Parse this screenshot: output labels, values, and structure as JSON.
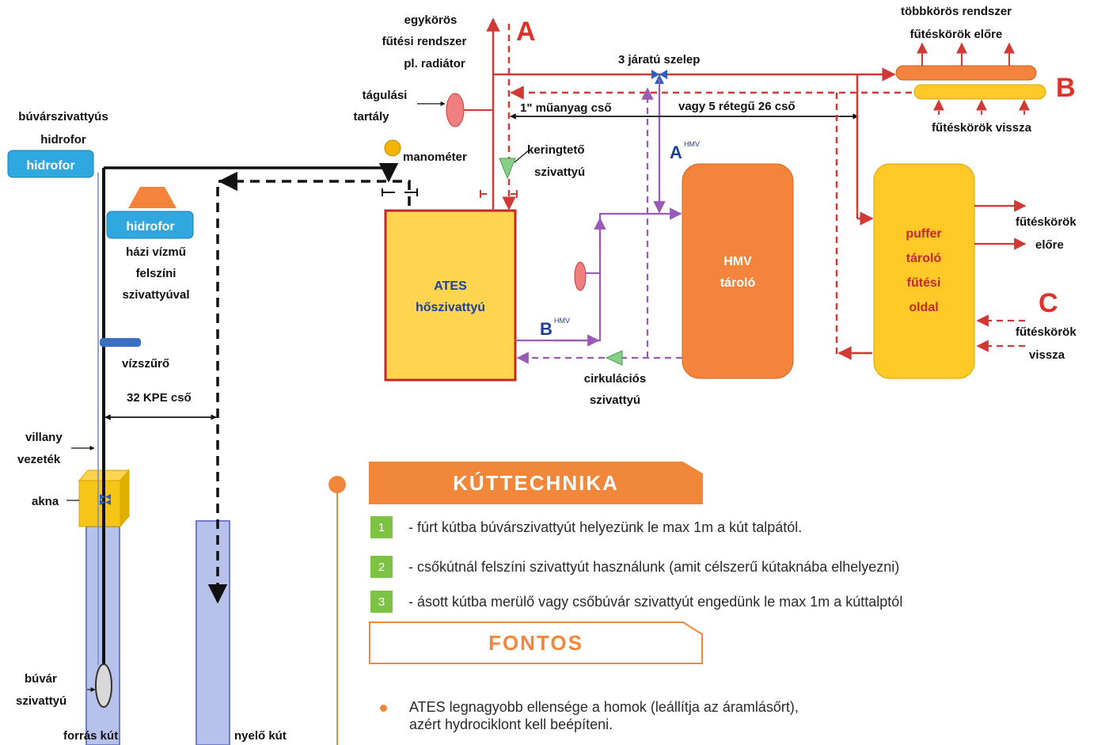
{
  "labels": {
    "egykoros": [
      "egykörös",
      "fűtési rendszer",
      "pl. radiátor"
    ],
    "tagulasi": [
      "tágulási",
      "tartály"
    ],
    "buvarszivattyus": [
      "búvárszivattyús",
      "hidrofor"
    ],
    "hidrofor_top": "hidrofor",
    "hidrofor_mid": "hidrofor",
    "hazi_vizmu": [
      "házi vízmű",
      "felszíni",
      "szivattyúval"
    ],
    "viszuro": "vízszűrő",
    "kpe": "32 KPE cső",
    "villany": [
      "villany",
      "vezeték"
    ],
    "akna": "akna",
    "buvar": [
      "búvár",
      "szivattyú"
    ],
    "forras": "forrás kút",
    "nyelo": "nyelő kút",
    "manometer": "manométer",
    "keringteto": [
      "keringtető",
      "szivattyú"
    ],
    "harom_jaratu": "3 járatú szelep",
    "muanyag": "1\" műanyag cső",
    "vagy5": "vagy 5 rétegű 26 cső",
    "tobbkoros": [
      "többkörös rendszer",
      "fűtéskörök előre"
    ],
    "futeskorok_vissza_top": "fűtéskörök vissza",
    "ates": [
      "ATES",
      "hőszivattyú"
    ],
    "hmv_taroló": [
      "HMV",
      "tároló"
    ],
    "puffer": [
      "puffer",
      "tároló",
      "fűtési",
      "oldal"
    ],
    "futeskorok_elore": [
      "fűtéskörök",
      "előre"
    ],
    "futeskorok_vissza": [
      "fűtéskörök",
      "vissza"
    ],
    "cirkulacios": [
      "cirkulációs",
      "szivattyú"
    ],
    "A": "A",
    "B": "B",
    "C": "C",
    "AHMV": "A",
    "BHMV": "B",
    "HMV_sup": "HMV"
  },
  "panel": {
    "kuttechnika_title": "KÚTTECHNIKA",
    "steps": [
      {
        "num": "1",
        "text": "- fúrt kútba búvárszivattyút helyezünk le max 1m a kút talpától."
      },
      {
        "num": "2",
        "text": "- csőkútnál felszíni szivattyút használunk (amit célszerű kútaknába elhelyezni)"
      },
      {
        "num": "3",
        "text": "- ásott kútba merülő vagy csőbúvár szivattyút engedünk le max 1m a kúttalptól"
      }
    ],
    "fontos_title": "FONTOS",
    "fontos_text": [
      "ATES legnagyobb ellensége a homok (leállítja az áramlásőrt),",
      "azért hydrociklont kell beépíteni."
    ]
  },
  "colors": {
    "red": "#d03a36",
    "purple": "#9b59b6",
    "orange_accent": "#f0873a",
    "ates_fill": "#ffd54f",
    "hmv_fill": "#f4843c",
    "puffer_fill": "#ffca28",
    "hidrofor_fill": "#2fa8e0",
    "well_fill": "#b6c2ea"
  }
}
